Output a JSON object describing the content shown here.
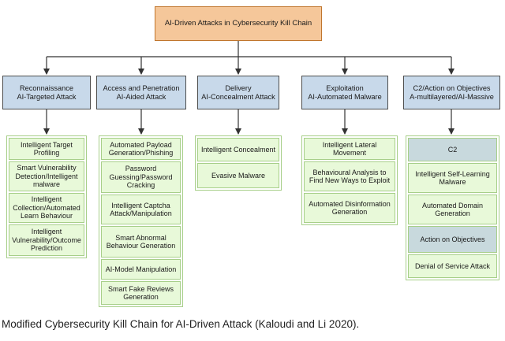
{
  "root": "AI-Driven Attacks in Cybersecurity Kill Chain",
  "phases": [
    {
      "label": "Reconnaissance\nAI-Targeted Attack",
      "items": [
        "Intelligent Target\nProfiling",
        "Smart Vulnerability\nDetection/Intelligent\nmalware",
        "Intelligent\nCollection/Automated\nLearn Behaviour",
        "Intelligent\nVulnerability/Outcome\nPrediction"
      ]
    },
    {
      "label": "Access and Penetration\nAI-Aided Attack",
      "items": [
        "Automated Payload\nGeneration/Phishing",
        "Password\nGuessing/Password\nCracking",
        "Intelligent Captcha\nAttack/Manipulation",
        "Smart Abnormal\nBehaviour Generation",
        "AI-Model Manipulation",
        "Smart Fake Reviews\nGeneration"
      ]
    },
    {
      "label": "Delivery\nAI-Concealment Attack",
      "items": [
        "Intelligent Concealment",
        "Evasive Malware"
      ]
    },
    {
      "label": "Exploitation\nAI-Automated Malware",
      "items": [
        "Intelligent Lateral\nMovement",
        "Behavioural Analysis to\nFind New Ways to Exploit",
        "Automated Disinformation\nGeneration"
      ]
    },
    {
      "label": "C2/Action on Objectives\nA-multilayered/AI-Massive",
      "items": [
        "C2",
        "Intelligent Self-Learning\nMalware",
        "Automated Domain\nGeneration",
        "Action on Objectives",
        "Denial of Service Attack"
      ]
    }
  ],
  "caption": "Modified Cybersecurity Kill Chain for AI-Driven Attack (Kaloudi and Li 2020)."
}
